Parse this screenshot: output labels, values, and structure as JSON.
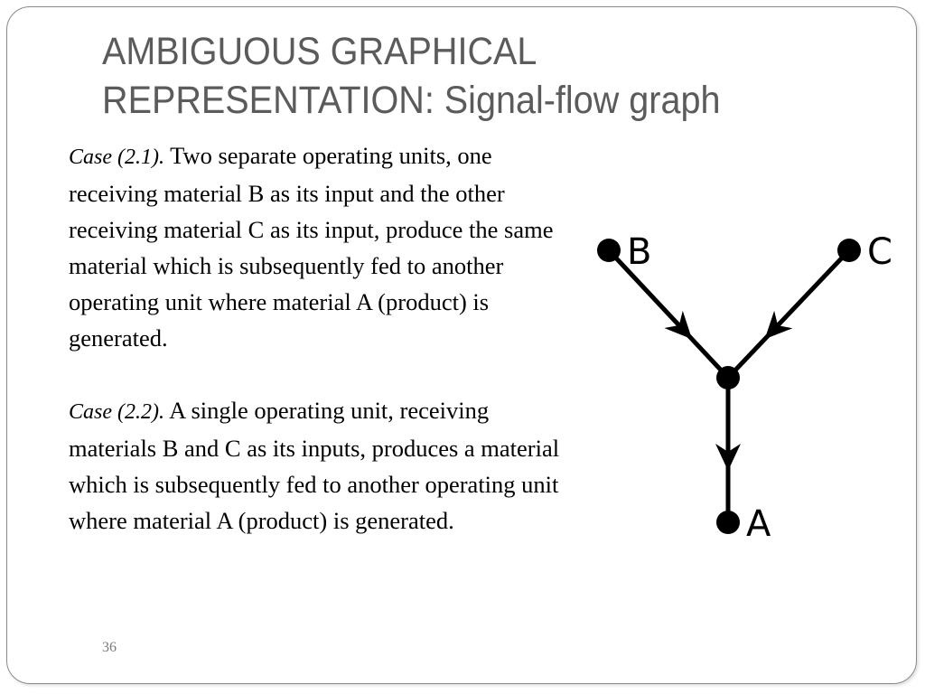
{
  "slide": {
    "title_line1": "AMBIGUOUS GRAPHICAL",
    "title_line2": "REPRESENTATION: Signal-flow graph",
    "page_number": "36"
  },
  "cases": [
    {
      "label": "Case (2.1).",
      "text": " Two separate operating units, one receiving material B as its input and the other receiving material C as its input, produce the same material which is subsequently fed to another operating unit where material A (product) is generated."
    },
    {
      "label": "Case (2.2).",
      "text": " A single operating unit, receiving materials B and C as its inputs, produces a material which is subsequently fed to another operating unit where material A (product) is generated."
    }
  ],
  "graph": {
    "nodes": [
      {
        "id": "B",
        "label": "B"
      },
      {
        "id": "C",
        "label": "C"
      },
      {
        "id": "M",
        "label": ""
      },
      {
        "id": "A",
        "label": "A"
      }
    ],
    "edges": [
      {
        "from": "B",
        "to": "M"
      },
      {
        "from": "C",
        "to": "M"
      },
      {
        "from": "M",
        "to": "A"
      }
    ],
    "color": "#000000"
  }
}
